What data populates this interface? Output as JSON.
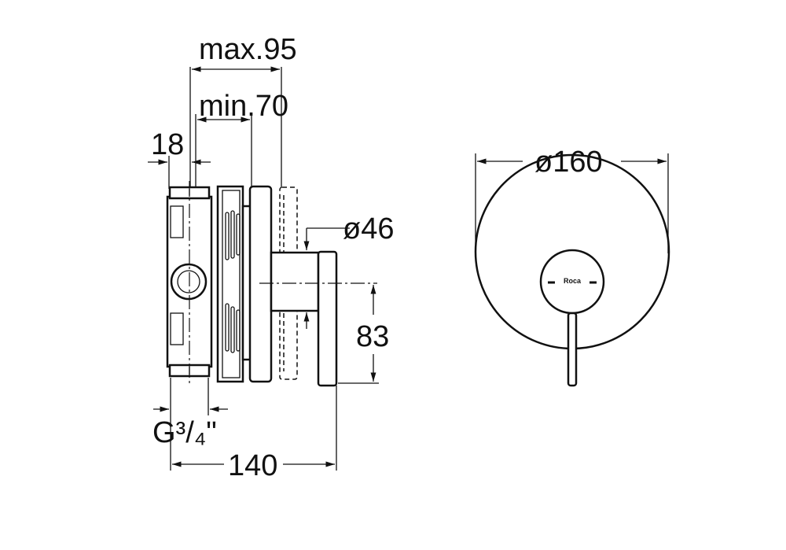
{
  "dimensions": {
    "max_depth": "max.95",
    "min_depth": "min.70",
    "wall": "18",
    "handle_diameter": "ø46",
    "handle_height": "83",
    "connection": "G³/₄\"",
    "total_depth": "140",
    "plate_diameter": "ø160"
  },
  "logo": "Roca"
}
